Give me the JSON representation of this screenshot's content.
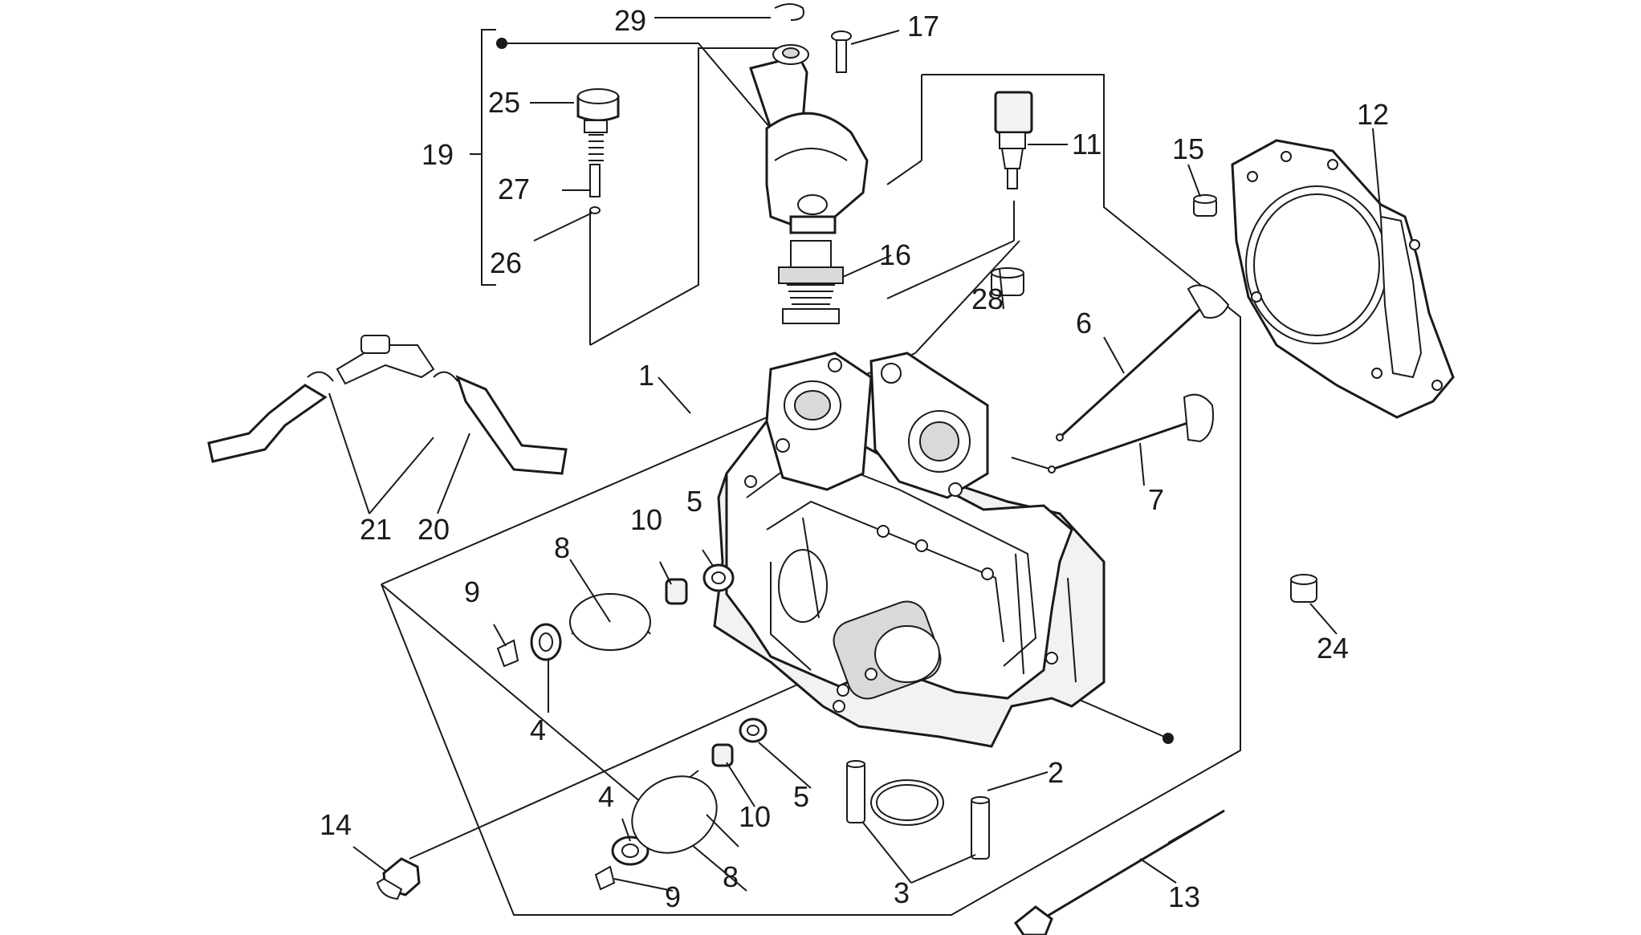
{
  "callouts": [
    {
      "id": "1",
      "text": "1"
    },
    {
      "id": "2",
      "text": "2"
    },
    {
      "id": "3",
      "text": "3"
    },
    {
      "id": "4a",
      "text": "4"
    },
    {
      "id": "4b",
      "text": "4"
    },
    {
      "id": "5a",
      "text": "5"
    },
    {
      "id": "5b",
      "text": "5"
    },
    {
      "id": "6",
      "text": "6"
    },
    {
      "id": "7",
      "text": "7"
    },
    {
      "id": "8a",
      "text": "8"
    },
    {
      "id": "8b",
      "text": "8"
    },
    {
      "id": "9a",
      "text": "9"
    },
    {
      "id": "9b",
      "text": "9"
    },
    {
      "id": "10a",
      "text": "10"
    },
    {
      "id": "10b",
      "text": "10"
    },
    {
      "id": "11",
      "text": "11"
    },
    {
      "id": "12",
      "text": "12"
    },
    {
      "id": "13",
      "text": "13"
    },
    {
      "id": "14",
      "text": "14"
    },
    {
      "id": "15",
      "text": "15"
    },
    {
      "id": "16",
      "text": "16"
    },
    {
      "id": "17",
      "text": "17"
    },
    {
      "id": "19",
      "text": "19"
    },
    {
      "id": "20",
      "text": "20"
    },
    {
      "id": "21",
      "text": "21"
    },
    {
      "id": "24",
      "text": "24"
    },
    {
      "id": "25",
      "text": "25"
    },
    {
      "id": "26",
      "text": "26"
    },
    {
      "id": "27",
      "text": "27"
    },
    {
      "id": "28",
      "text": "28"
    },
    {
      "id": "29",
      "text": "29"
    }
  ]
}
